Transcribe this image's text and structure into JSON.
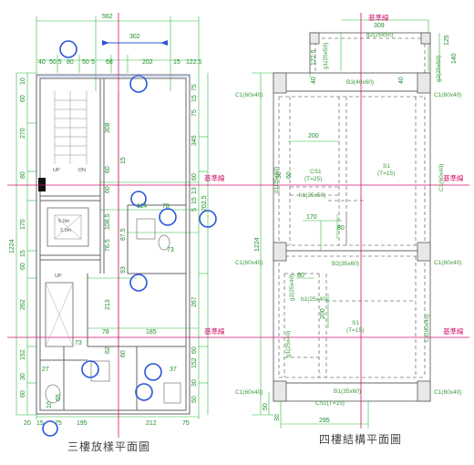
{
  "left_plan": {
    "title": "三樓放樣平面圖",
    "ref_line_label": "基準線",
    "dims_top": [
      "562",
      "302",
      "40",
      "50.5",
      "80",
      "50",
      "5",
      "68",
      "202",
      "15",
      "122.5"
    ],
    "dims_left": [
      "10",
      "60",
      "270",
      "80",
      "170",
      "15",
      "60",
      "262",
      "152",
      "30",
      "60",
      "1224"
    ],
    "dims_right": [
      "75",
      "15",
      "75",
      "345",
      "60",
      "13",
      "15",
      "5",
      "202.5",
      "267",
      "60",
      "152",
      "30",
      "50"
    ],
    "dims_inner": [
      "308",
      "60",
      "60",
      "114",
      "78",
      "108.5",
      "76.5",
      "87.5",
      "93",
      "213",
      "78",
      "185",
      "62",
      "60",
      "73",
      "15",
      "73",
      "27",
      "37",
      "65",
      "10",
      "75"
    ],
    "dims_bottom": [
      "20",
      "15",
      "195",
      "212",
      "75"
    ],
    "room_labels": [
      "UP",
      "DN",
      "5.0m",
      "2.0m",
      "UP"
    ]
  },
  "right_plan": {
    "title": "四樓結構平面圖",
    "ref_line_label": "基準線",
    "beams": [
      "g2(25x50)",
      "g1(25x50)",
      "B3(40x60)",
      "b1(25x50)",
      "b1(25x40)",
      "B2(35x60)",
      "B1(35x60)",
      "g1(35x60)",
      "g2(25x40)",
      "g1(25x40)",
      "g2(25x50)"
    ],
    "columns": [
      "C1(60x40)",
      "C1(60x40)",
      "C1(60x40)",
      "C1(60x40)",
      "C1(60x40)",
      "C1(60x40)",
      "C1(60x40)",
      "C1(60x40)"
    ],
    "slabs": [
      "CS1",
      "(T=25)",
      "S1",
      "(T=15)",
      "S1",
      "(T=15)",
      "CS1(T=15)"
    ],
    "dims": [
      "309",
      "122.5",
      "40",
      "40",
      "140",
      "125",
      "200",
      "30",
      "60",
      "170",
      "80",
      "80",
      "200",
      "1224",
      "50",
      "30",
      "295"
    ]
  }
}
